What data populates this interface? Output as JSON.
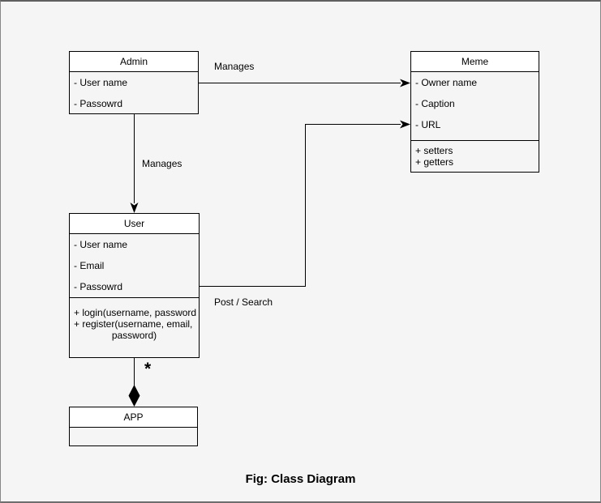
{
  "caption": "Fig: Class Diagram",
  "colors": {
    "background": "#f5f5f5",
    "class_title_fill": "#ffffff",
    "class_body_fill": "#f5f5f5",
    "stroke": "#000000",
    "text": "#000000"
  },
  "classes": {
    "admin": {
      "title": "Admin",
      "attributes": [
        "- User name",
        "- Passowrd"
      ]
    },
    "meme": {
      "title": "Meme",
      "attributes": [
        "- Owner name",
        "- Caption",
        "- URL"
      ],
      "methods": [
        "+ setters",
        "+ getters"
      ]
    },
    "user": {
      "title": "User",
      "attributes": [
        "- User name",
        "- Email",
        "- Passowrd"
      ],
      "methods": [
        "+ login(username, password",
        "+ register(username, email,",
        "password)"
      ]
    },
    "app": {
      "title": "APP"
    }
  },
  "relations": {
    "admin_manages_meme": {
      "type": "directed-association",
      "from": "Admin",
      "to": "Meme",
      "label": "Manages"
    },
    "admin_manages_user": {
      "type": "directed-association",
      "from": "Admin",
      "to": "User",
      "label": "Manages"
    },
    "user_post_search_meme": {
      "type": "directed-association",
      "from": "User",
      "to": "Meme",
      "label": "Post / Search"
    },
    "user_composition_app": {
      "type": "composition",
      "from": "User",
      "to": "APP",
      "multiplicity": "*"
    }
  }
}
